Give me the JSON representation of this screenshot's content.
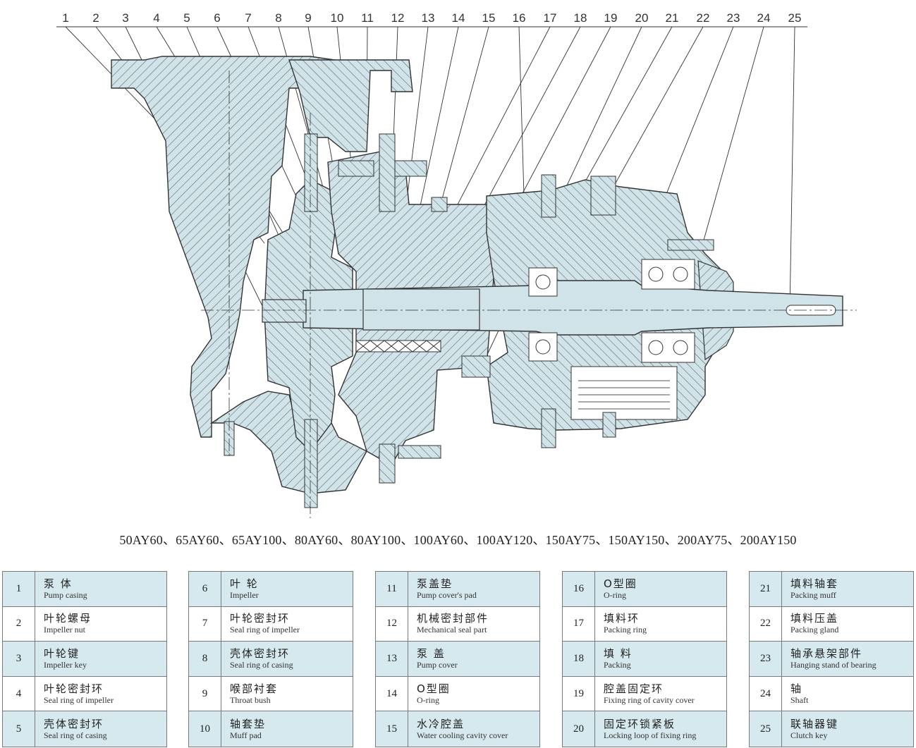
{
  "callouts": [
    "1",
    "2",
    "3",
    "4",
    "5",
    "6",
    "7",
    "8",
    "9",
    "10",
    "11",
    "12",
    "13",
    "14",
    "15",
    "16",
    "17",
    "18",
    "19",
    "20",
    "21",
    "22",
    "23",
    "24",
    "25"
  ],
  "models": "50AY60、65AY60、65AY100、80AY60、80AY100、100AY60、100AY120、150AY75、150AY150、200AY75、200AY150",
  "parts": [
    {
      "no": "1",
      "zh": "泵  体",
      "en": "Pump casing"
    },
    {
      "no": "2",
      "zh": "叶轮螺母",
      "en": "Impeller nut"
    },
    {
      "no": "3",
      "zh": "叶轮键",
      "en": "Impeller key"
    },
    {
      "no": "4",
      "zh": "叶轮密封环",
      "en": "Seal ring of impeller"
    },
    {
      "no": "5",
      "zh": "壳体密封环",
      "en": "Seal ring of casing"
    },
    {
      "no": "6",
      "zh": "叶 轮",
      "en": "Impeller"
    },
    {
      "no": "7",
      "zh": "叶轮密封环",
      "en": "Seal ring of impeller"
    },
    {
      "no": "8",
      "zh": "壳体密封环",
      "en": "Seal ring of casing"
    },
    {
      "no": "9",
      "zh": "喉部衬套",
      "en": "Throat bush"
    },
    {
      "no": "10",
      "zh": "轴套垫",
      "en": "Muff pad"
    },
    {
      "no": "11",
      "zh": "泵盖垫",
      "en": "Pump cover's pad"
    },
    {
      "no": "12",
      "zh": "机械密封部件",
      "en": "Mechanical seal part"
    },
    {
      "no": "13",
      "zh": "泵  盖",
      "en": "Pump cover"
    },
    {
      "no": "14",
      "zh": "O型圈",
      "en": "O-ring"
    },
    {
      "no": "15",
      "zh": "水冷腔盖",
      "en": "Water cooling cavity cover"
    },
    {
      "no": "16",
      "zh": "O型圈",
      "en": "O-ring"
    },
    {
      "no": "17",
      "zh": "填料环",
      "en": "Packing ring"
    },
    {
      "no": "18",
      "zh": "填  料",
      "en": "Packing"
    },
    {
      "no": "19",
      "zh": "腔盖固定环",
      "en": "Fixing ring of cavity cover"
    },
    {
      "no": "20",
      "zh": "固定环锁紧板",
      "en": "Locking loop of fixing ring"
    },
    {
      "no": "21",
      "zh": "填料轴套",
      "en": "Packing muff"
    },
    {
      "no": "22",
      "zh": "填料压盖",
      "en": "Packing gland"
    },
    {
      "no": "23",
      "zh": "轴承悬架部件",
      "en": "Hanging stand of bearing"
    },
    {
      "no": "24",
      "zh": "轴",
      "en": "Shaft"
    },
    {
      "no": "25",
      "zh": "联轴器键",
      "en": "Clutch key"
    }
  ],
  "colors": {
    "fill": "#cfe3e8",
    "line": "#333333",
    "row_tint": "#d6e9ee"
  }
}
